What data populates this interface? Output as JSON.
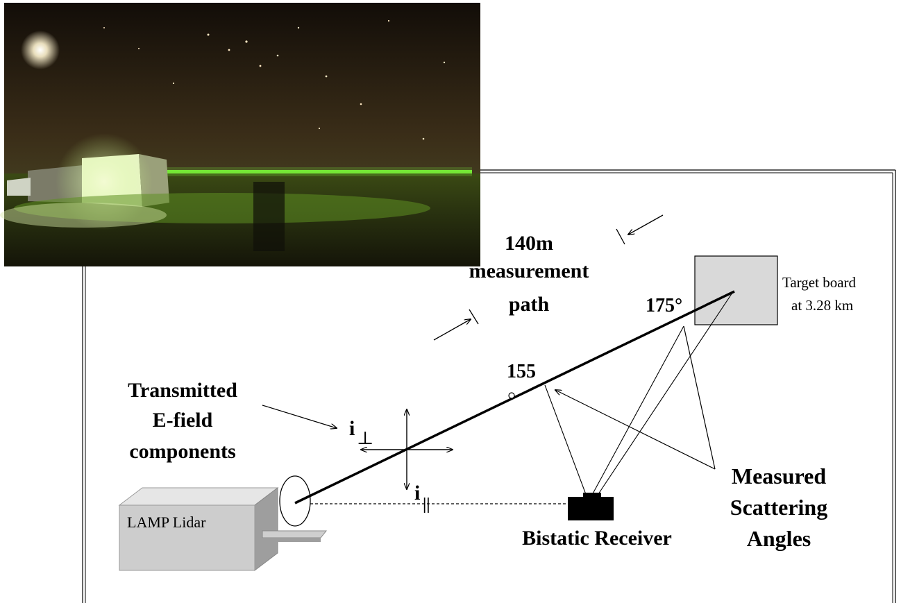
{
  "photo": {
    "description_icon": "night-lidar-photo"
  },
  "path_label": [
    "140m",
    "measurement",
    "path"
  ],
  "target": {
    "label_line1": "Target board",
    "label_line2": "at 3.28 km"
  },
  "angles": {
    "a175": "175°",
    "a155": "155"
  },
  "efield": {
    "label": [
      "Transmitted",
      "E-field",
      "components"
    ],
    "i_perp": "i",
    "i_perp_sub": "⊥",
    "i_par": "i",
    "i_par_sub": "||"
  },
  "lidar": {
    "label": "LAMP Lidar"
  },
  "receiver": {
    "label": "Bistatic Receiver"
  },
  "scattering": {
    "label": [
      "Measured",
      "Scattering",
      "Angles"
    ]
  },
  "colors": {
    "line": "#000000",
    "box_gray": "#cccccc",
    "target_fill": "#d9d9d9",
    "laser_green": "#7dff3a"
  }
}
